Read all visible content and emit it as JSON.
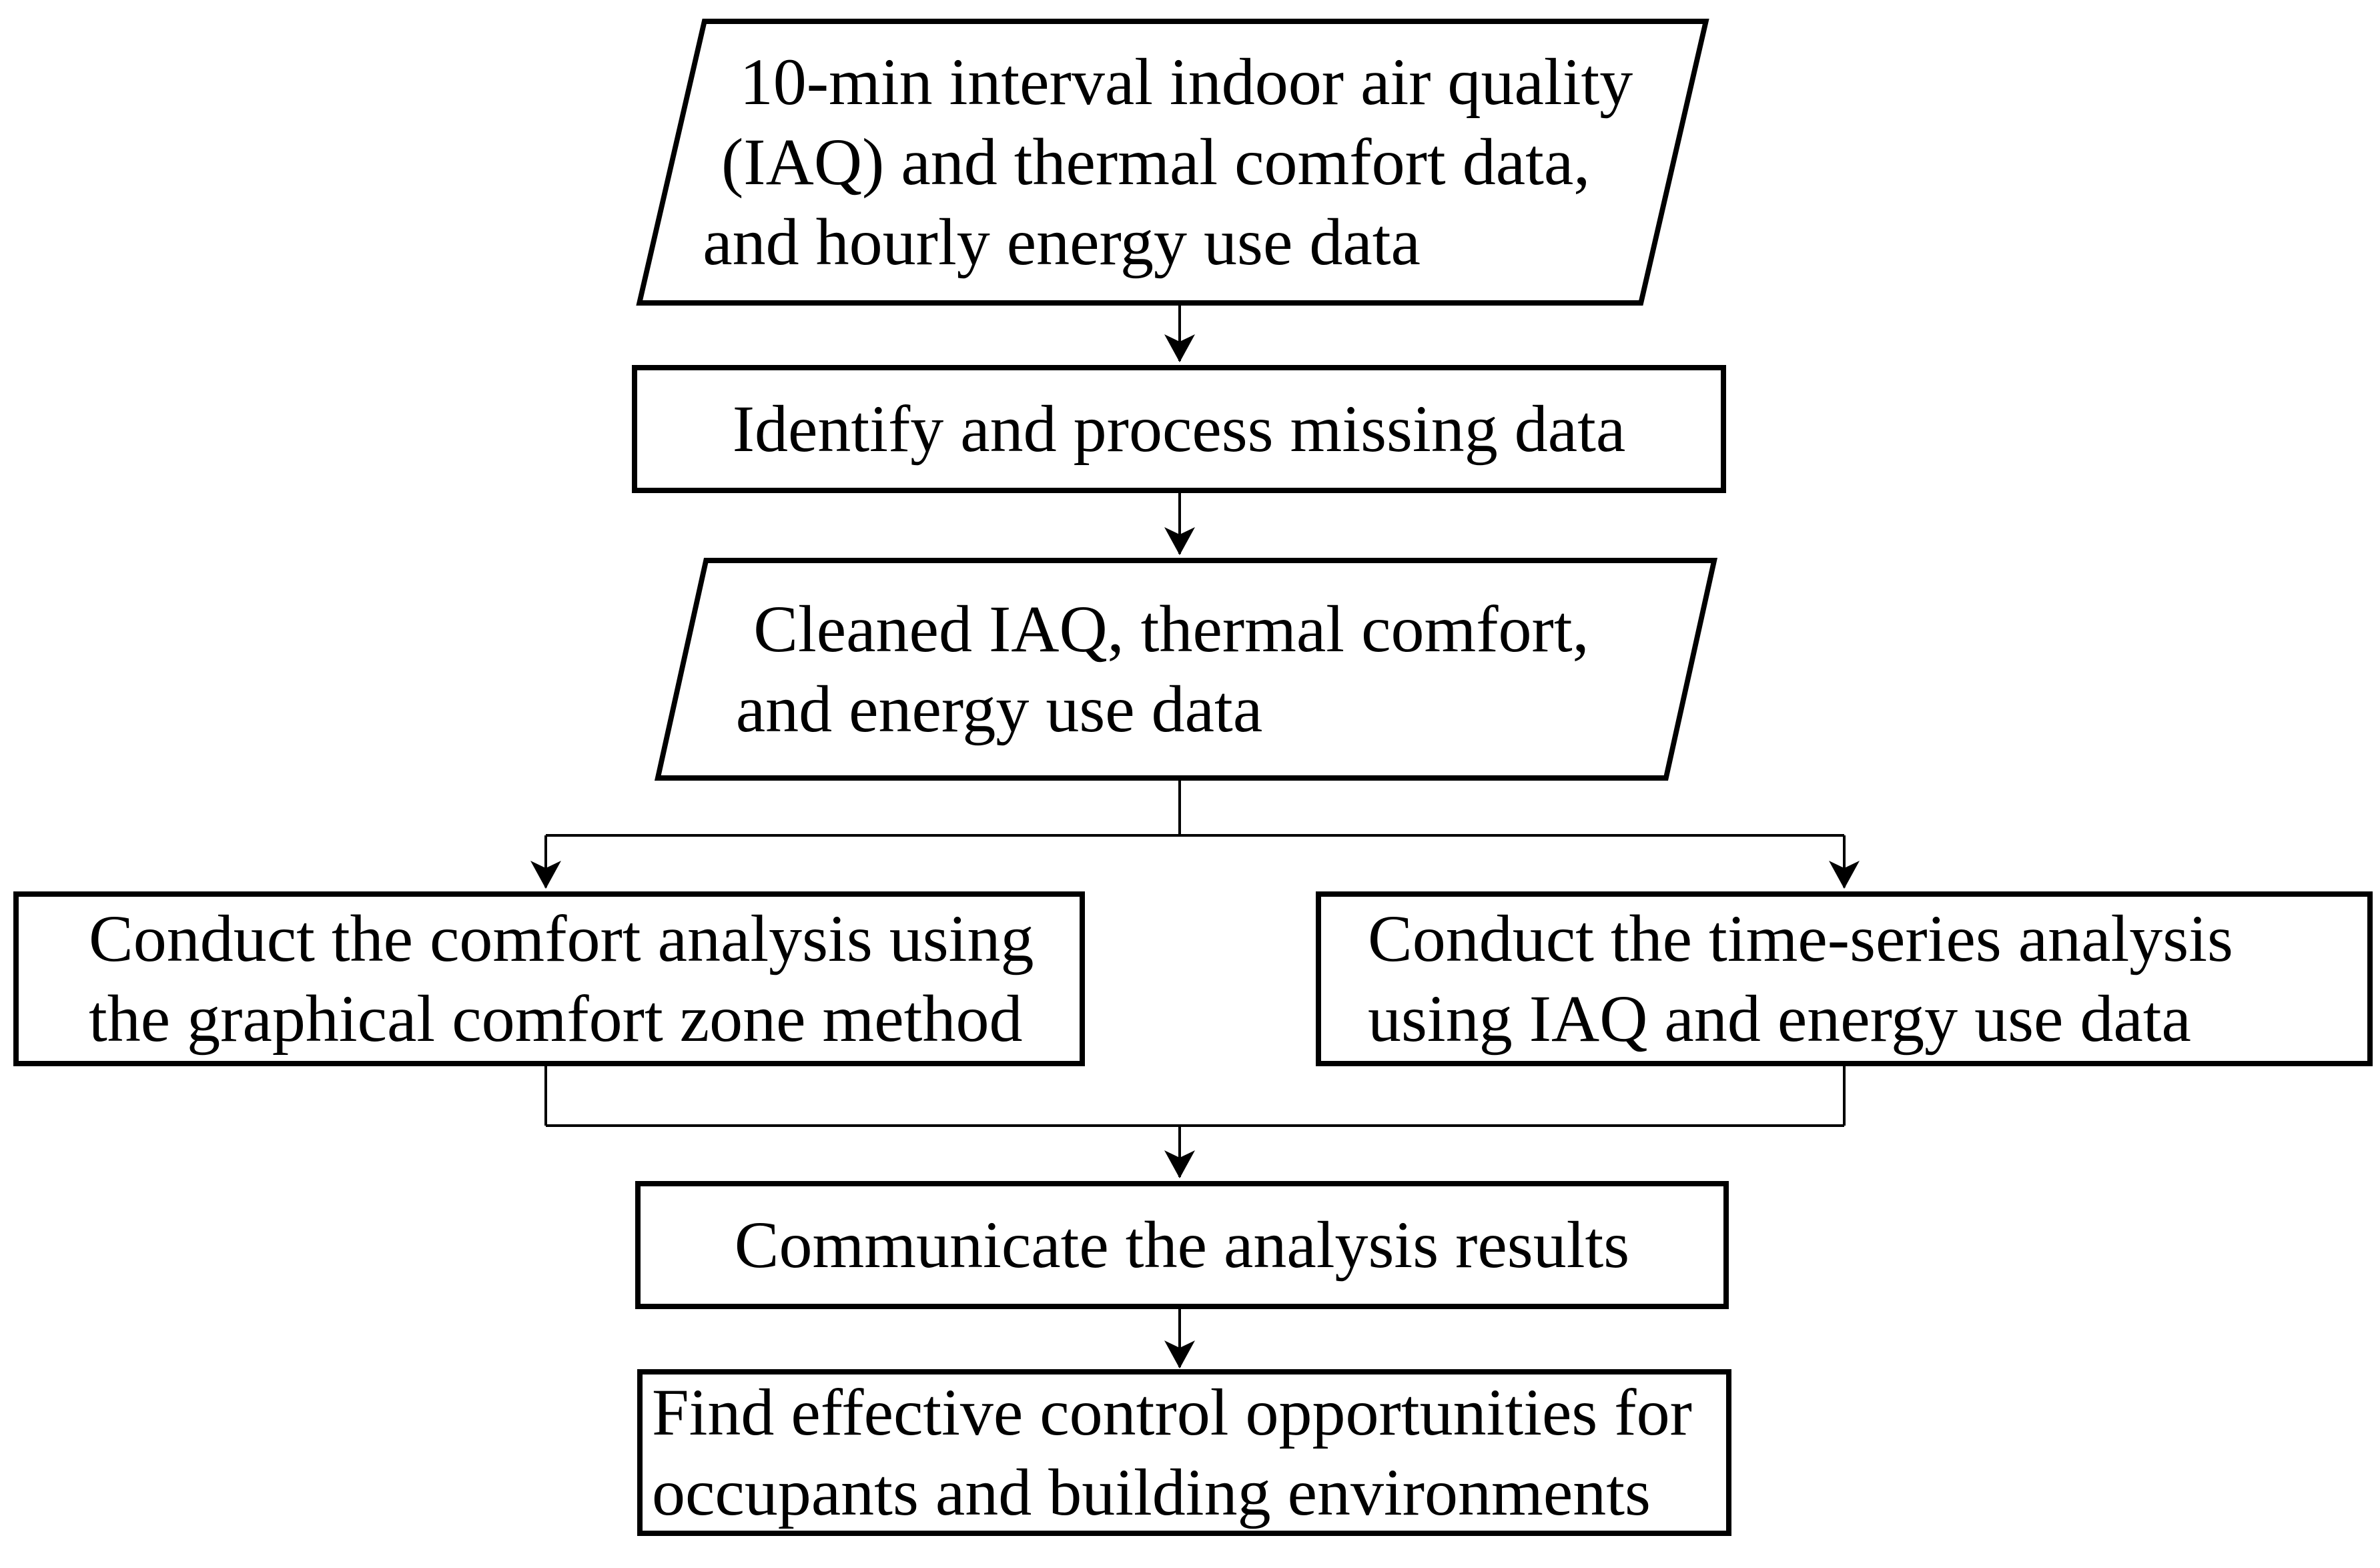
{
  "diagram": {
    "type": "flowchart",
    "background_color": "#ffffff",
    "stroke_color": "#000000",
    "text_color": "#000000",
    "nodes": [
      {
        "id": "input-data",
        "shape": "parallelogram",
        "lines": [
          "10-min interval indoor air quality",
          "(IAQ) and thermal comfort data,",
          "and hourly energy use data"
        ]
      },
      {
        "id": "process-missing",
        "shape": "rectangle",
        "lines": [
          "Identify and process missing data"
        ]
      },
      {
        "id": "cleaned-data",
        "shape": "parallelogram",
        "lines": [
          "Cleaned IAQ, thermal comfort,",
          "and energy use data"
        ]
      },
      {
        "id": "comfort-analysis",
        "shape": "rectangle",
        "lines": [
          "Conduct the comfort analysis using",
          "the graphical comfort zone method"
        ]
      },
      {
        "id": "timeseries-analysis",
        "shape": "rectangle",
        "lines": [
          "Conduct the time-series analysis",
          "using IAQ and energy use data"
        ]
      },
      {
        "id": "communicate-results",
        "shape": "rectangle",
        "lines": [
          "Communicate the analysis results"
        ]
      },
      {
        "id": "control-opportunities",
        "shape": "rectangle",
        "lines": [
          "Find effective control opportunities for",
          "occupants and building environments"
        ]
      }
    ],
    "edges": [
      {
        "from": "input-data",
        "to": "process-missing"
      },
      {
        "from": "process-missing",
        "to": "cleaned-data"
      },
      {
        "from": "cleaned-data",
        "to": "comfort-analysis"
      },
      {
        "from": "cleaned-data",
        "to": "timeseries-analysis"
      },
      {
        "from": "comfort-analysis",
        "to": "communicate-results"
      },
      {
        "from": "timeseries-analysis",
        "to": "communicate-results"
      },
      {
        "from": "communicate-results",
        "to": "control-opportunities"
      }
    ]
  }
}
